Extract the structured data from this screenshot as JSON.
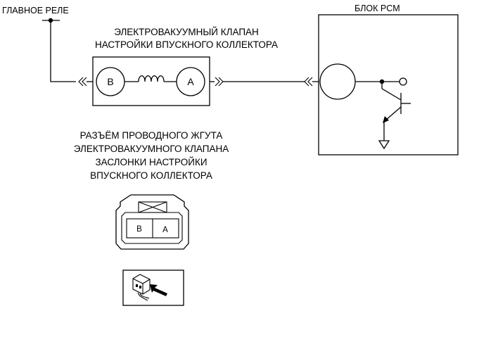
{
  "labels": {
    "main_relay": "ГЛАВНОЕ РЕЛЕ",
    "pcm_block": "БЛОК PCM",
    "valve_title_line1": "ЭЛЕКТРОВАКУУМНЫЙ КЛАПАН",
    "valve_title_line2": "НАСТРОЙКИ ВПУСКНОГО КОЛЛЕКТОРА",
    "connector_title_line1": "РАЗЪЁМ ПРОВОДНОГО ЖГУТА",
    "connector_title_line2": "ЭЛЕКТРОВАКУУМНОГО КЛАПАНА",
    "connector_title_line3": "ЗАСЛОНКИ НАСТРОЙКИ",
    "connector_title_line4": "ВПУСКНОГО КОЛЛЕКТОРА"
  },
  "valve_terminals": {
    "b": "B",
    "a": "A"
  },
  "connector_pins": {
    "b": "B",
    "a": "A"
  },
  "icons": {
    "ground": "ground-symbol-icon",
    "transistor": "transistor-icon",
    "coil": "solenoid-coil-icon",
    "harness_view": "harness-side-connector-icon"
  }
}
